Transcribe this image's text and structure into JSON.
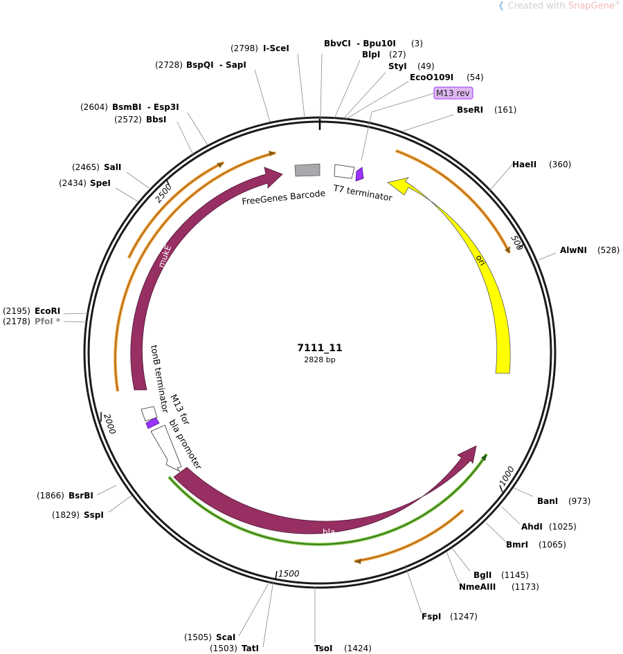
{
  "watermark": {
    "prefix": "Created with ",
    "brand": "SnapGene",
    "reg": "®"
  },
  "plasmid": {
    "name": "7111_11",
    "size_label": "2828 bp",
    "length": 2828
  },
  "ticks": [
    "500",
    "1000",
    "1500",
    "2000",
    "2500"
  ],
  "colors": {
    "backbone": "#1a1a1a",
    "mukE": "#972f63",
    "bla": "#972f63",
    "ori": "#ffff00",
    "primer_orange": "#f6a23d",
    "primer_green": "#7cc242",
    "barcode": "#a7a9ac",
    "promoter": "#9933ff",
    "m13rev_fill": "#dfb8f0",
    "m13rev_stroke": "#9933ff"
  },
  "features": {
    "mukE": "mukE",
    "bla": "bla",
    "ori": "ori",
    "barcode": "FreeGenes Barcode",
    "t7": "T7 terminator",
    "tonB": "tonB terminator",
    "m13for": "M13 for",
    "blaprom": "bla promoter",
    "m13rev": "M13 rev"
  },
  "sites": [
    {
      "name": "I-SceI",
      "pos": "(2798)"
    },
    {
      "name": "BbvCI  - Bpu10I",
      "pos": "(3)"
    },
    {
      "name": "BlpI",
      "pos": "(27)"
    },
    {
      "name": "StyI",
      "pos": "(49)"
    },
    {
      "name": "EcoO109I",
      "pos": "(54)"
    },
    {
      "name": "BseRI",
      "pos": "(161)"
    },
    {
      "name": "BspQI  - SapI",
      "pos": "(2728)"
    },
    {
      "name": "BsmBI  - Esp3I",
      "pos": "(2604)"
    },
    {
      "name": "BbsI",
      "pos": "(2572)"
    },
    {
      "name": "SalI",
      "pos": "(2465)"
    },
    {
      "name": "SpeI",
      "pos": "(2434)"
    },
    {
      "name": "EcoRI",
      "pos": "(2195)"
    },
    {
      "name": "PfoI *",
      "pos": "(2178)"
    },
    {
      "name": "HaeII",
      "pos": "(360)"
    },
    {
      "name": "AlwNI",
      "pos": "(528)"
    },
    {
      "name": "BanI",
      "pos": "(973)"
    },
    {
      "name": "AhdI",
      "pos": "(1025)"
    },
    {
      "name": "BmrI",
      "pos": "(1065)"
    },
    {
      "name": "BglI",
      "pos": "(1145)"
    },
    {
      "name": "NmeAIII",
      "pos": "(1173)"
    },
    {
      "name": "FspI",
      "pos": "(1247)"
    },
    {
      "name": "TsoI",
      "pos": "(1424)"
    },
    {
      "name": "ScaI",
      "pos": "(1505)"
    },
    {
      "name": "TatI",
      "pos": "(1503)"
    },
    {
      "name": "BsrBI",
      "pos": "(1866)"
    },
    {
      "name": "SspI",
      "pos": "(1829)"
    }
  ]
}
